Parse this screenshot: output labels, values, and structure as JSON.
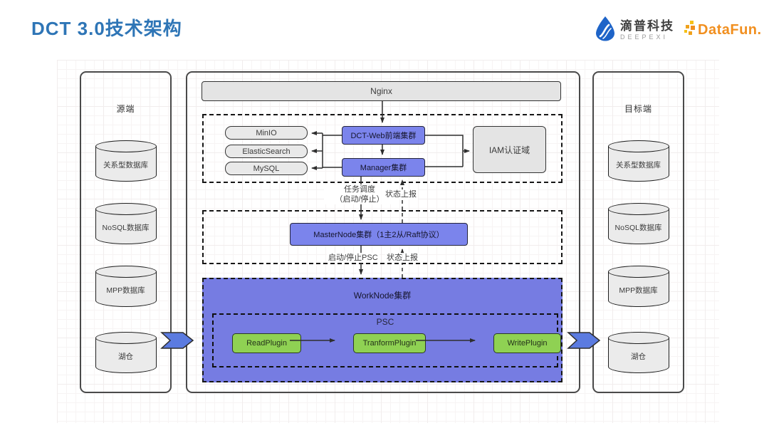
{
  "title": "DCT 3.0技术架构",
  "header": {
    "deepexi_cn": "滴普科技",
    "deepexi_en": "DEEPEXI",
    "datafun": "DataFun."
  },
  "panels": {
    "source": {
      "label": "源端",
      "items": [
        "关系型数据库",
        "NoSQL数据库",
        "MPP数据库",
        "湖仓"
      ]
    },
    "target": {
      "label": "目标端",
      "items": [
        "关系型数据库",
        "NoSQL数据库",
        "MPP数据库",
        "湖仓"
      ]
    }
  },
  "center": {
    "nginx": "Nginx",
    "services": [
      "MinIO",
      "ElasticSearch",
      "MySQL"
    ],
    "web_cluster": "DCT-Web前端集群",
    "manager_cluster": "Manager集群",
    "iam": "IAM认证域",
    "edge_labels": {
      "task_schedule_line1": "任务调度",
      "task_schedule_line2": "（启动/停止）",
      "status_report_top": "状态上报",
      "start_stop_psc": "启动/停止PSC",
      "status_report_bottom": "状态上报"
    },
    "master_node": "MasterNode集群（1主2从/Raft协议）",
    "work_node": "WorkNode集群",
    "psc": {
      "label": "PSC",
      "plugins": [
        "ReadPlugin",
        "TranformPlugin",
        "WritePlugin"
      ]
    }
  },
  "colors": {
    "title_blue": "#2E75B6",
    "purple_box": "#7B84EC",
    "worknode_bg": "#767CE2",
    "green_box": "#8FD153",
    "flow_arrow_blue": "#5B7BE0",
    "gray_box": "#E4E4E4",
    "datafun_orange": "#F18F1F",
    "deepexi_blue": "#1E64C8"
  }
}
